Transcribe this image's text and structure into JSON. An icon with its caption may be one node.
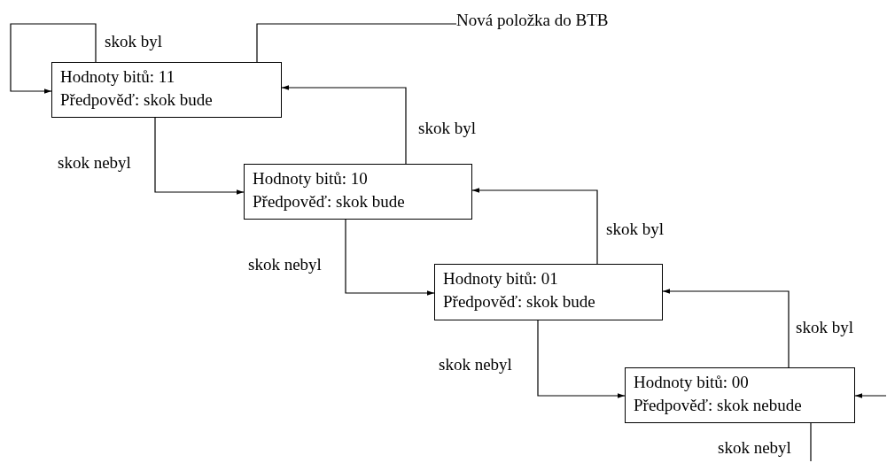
{
  "diagram": {
    "nodes": [
      {
        "text": [
          "Hodnoty bitů: 11",
          "Předpověď: skok bude"
        ]
      },
      {
        "text": [
          "Hodnoty bitů: 10",
          "Předpověď: skok bude"
        ]
      },
      {
        "text": [
          "Hodnoty bitů: 01",
          "Předpověď: skok bude"
        ]
      },
      {
        "text": [
          "Hodnoty bitů: 00",
          "Předpověď: skok nebude"
        ]
      },
      {
        "text": [
          "Nová položka do BTB"
        ]
      }
    ],
    "edges": [
      {
        "from": 0,
        "to": 0,
        "arrow": "to",
        "label": "skok byl"
      },
      {
        "from": 4,
        "to": 0,
        "arrow": "none"
      },
      {
        "from": 0,
        "to": 1,
        "arrow": "to",
        "label": "skok nebyl"
      },
      {
        "from": 1,
        "to": 0,
        "arrow": "to",
        "label": "skok byl"
      },
      {
        "from": 1,
        "to": 2,
        "arrow": "to",
        "label": "skok nebyl"
      },
      {
        "from": 2,
        "to": 1,
        "arrow": "to",
        "label": "skok byl"
      },
      {
        "from": 2,
        "to": 3,
        "arrow": "to",
        "label": "skok nebyl"
      },
      {
        "from": 3,
        "to": 2,
        "arrow": "to",
        "label": "skok byl"
      },
      {
        "from": null,
        "to": 3,
        "arrow": "to"
      },
      {
        "from": 3,
        "to": null,
        "arrow": "none",
        "label": "skok nebyl"
      }
    ]
  }
}
